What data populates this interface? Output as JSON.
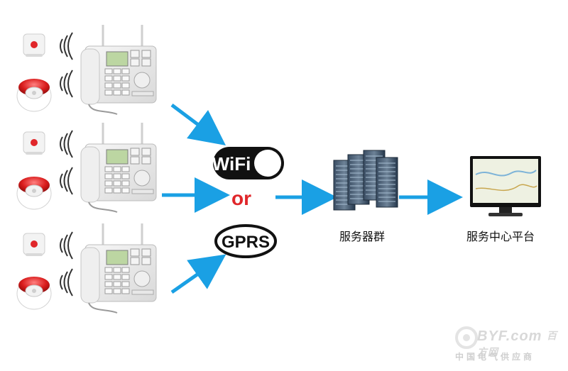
{
  "network": {
    "wifi_label": "WiFi",
    "or_label": "or",
    "gprs_label": "GPRS"
  },
  "servers": {
    "label": "服务器群"
  },
  "platform": {
    "label": "服务中心平台"
  },
  "watermark": {
    "brand": "BYF.com",
    "brand_cn": "百方网",
    "tagline": "中国电气供应商"
  },
  "colors": {
    "arrow": "#1aa0e4",
    "or_text": "#e0262a",
    "background": "#ffffff"
  }
}
